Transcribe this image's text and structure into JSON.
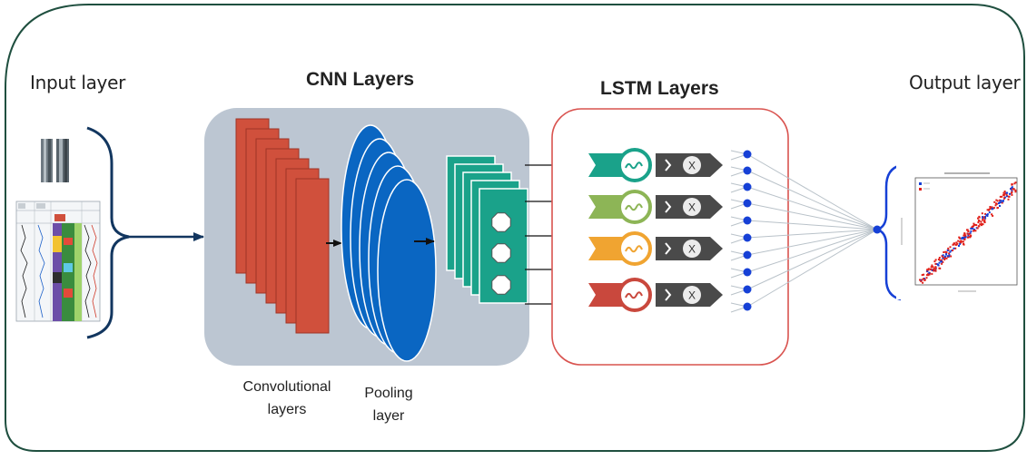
{
  "labels": {
    "input_layer": "Input layer",
    "cnn_layers": "CNN Layers",
    "lstm_layers": "LSTM Layers",
    "output_layer": "Output layer",
    "convolutional_layers": "Convolutional layers",
    "pooling_layer": "Pooling layer"
  },
  "lstm_cells": [
    {
      "color": "#1aa28a",
      "ring": "#1aa28a",
      "gate_label": "X"
    },
    {
      "color": "#8db556",
      "ring": "#8db556",
      "gate_label": "X"
    },
    {
      "color": "#f0a431",
      "ring": "#f0a431",
      "gate_label": "X"
    },
    {
      "color": "#c9483d",
      "ring": "#c9483d",
      "gate_label": "X"
    }
  ],
  "colors": {
    "frame": "#1f4f3f",
    "cnn_panel": "#bcc6d2",
    "conv_red": "#d0503c",
    "pool_blue": "#0a66c2",
    "feature_green": "#1aa28a",
    "lstm_border": "#d9534f",
    "node_blue": "#1640d6",
    "arrow_navy": "#12365f"
  },
  "icons": {
    "merge_brace_left": "brace-icon",
    "merge_brace_right": "brace-icon"
  }
}
